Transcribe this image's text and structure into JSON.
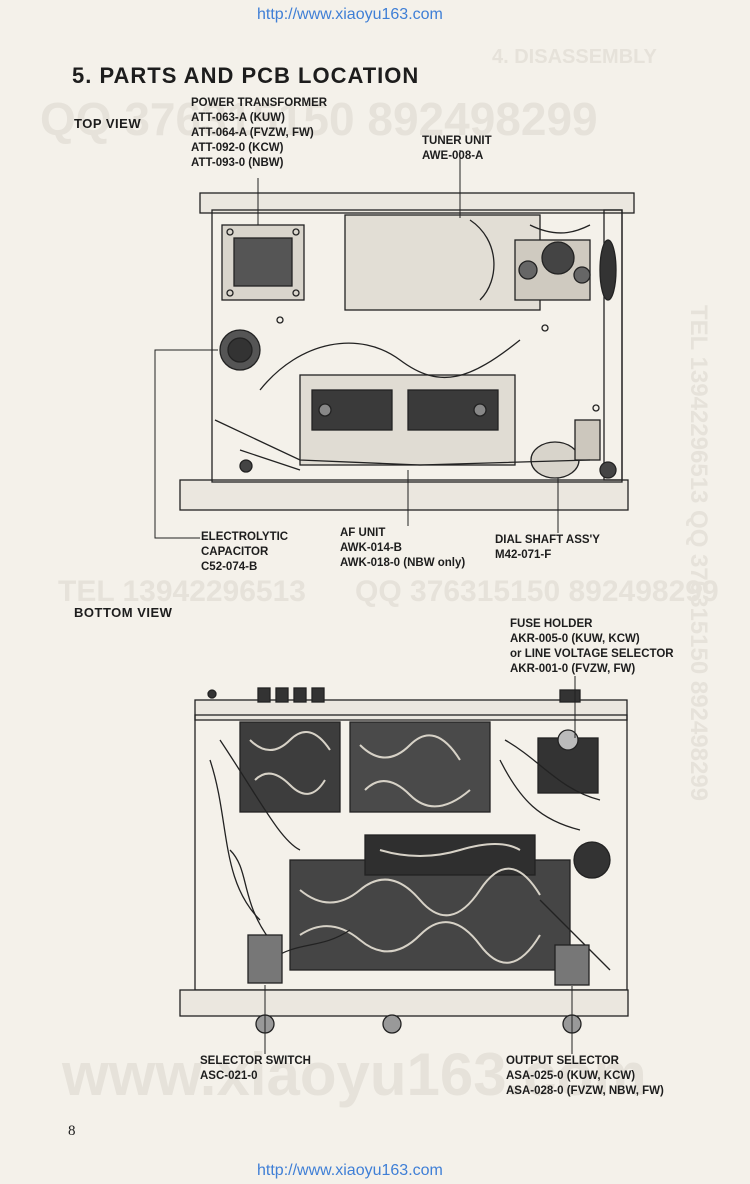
{
  "header_url": "http://www.xiaoyu163.com",
  "footer_url": "http://www.xiaoyu163.com",
  "section_title": "5.  PARTS AND PCB LOCATION",
  "top_view_label": "TOP VIEW",
  "bottom_view_label": "BOTTOM VIEW",
  "page_number": "8",
  "watermarks": {
    "qq": "QQ 376315150  892498299",
    "tel_left": "TEL 13942296513",
    "qq_mid": "QQ 376315150  892498299",
    "site": "www.xiaoyu163.com",
    "tel_vertical": "TEL 13942296513  QQ 376315150  892498299",
    "header_faint": "4. DISASSEMBLY"
  },
  "callouts": {
    "power_transformer": [
      "POWER TRANSFORMER",
      "ATT-063-A (KUW)",
      "ATT-064-A (FVZW, FW)",
      "ATT-092-0 (KCW)",
      "ATT-093-0 (NBW)"
    ],
    "tuner_unit": [
      "TUNER UNIT",
      "AWE-008-A"
    ],
    "electrolytic_capacitor": [
      "ELECTROLYTIC",
      "CAPACITOR",
      "C52-074-B"
    ],
    "af_unit": [
      "AF UNIT",
      "AWK-014-B",
      "AWK-018-0 (NBW only)"
    ],
    "dial_shaft": [
      "DIAL SHAFT ASS'Y",
      "M42-071-F"
    ],
    "fuse_holder": [
      "FUSE HOLDER",
      "AKR-005-0 (KUW, KCW)",
      "or LINE VOLTAGE SELECTOR",
      "AKR-001-0 (FVZW, FW)"
    ],
    "selector_switch": [
      "SELECTOR SWITCH",
      "ASC-021-0"
    ],
    "output_selector": [
      "OUTPUT SELECTOR",
      "ASA-025-0 (KUW, KCW)",
      "ASA-028-0 (FVZW, NBW, FW)"
    ]
  }
}
